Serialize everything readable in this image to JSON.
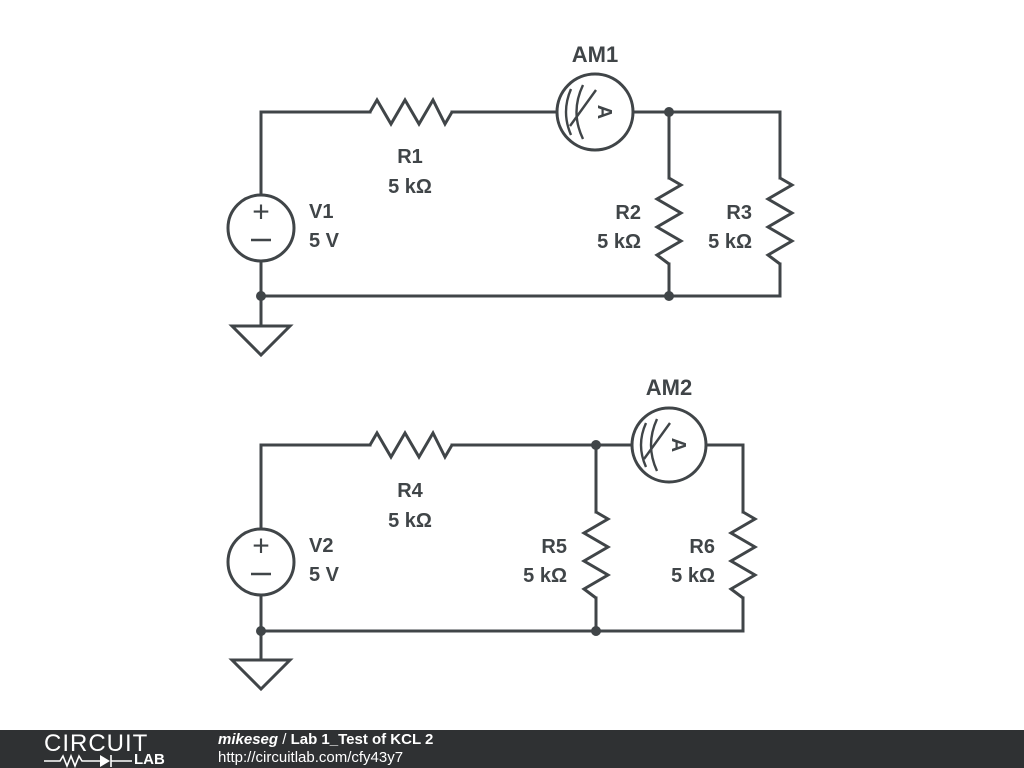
{
  "circuit_1": {
    "source": {
      "name": "V1",
      "value": "5 V"
    },
    "r_series": {
      "name": "R1",
      "value": "5 kΩ"
    },
    "ammeter": {
      "name": "AM1",
      "glyph": "A"
    },
    "r_left": {
      "name": "R2",
      "value": "5 kΩ"
    },
    "r_right": {
      "name": "R3",
      "value": "5 kΩ"
    }
  },
  "circuit_2": {
    "source": {
      "name": "V2",
      "value": "5 V"
    },
    "r_series": {
      "name": "R4",
      "value": "5 kΩ"
    },
    "ammeter": {
      "name": "AM2",
      "glyph": "A"
    },
    "r_left": {
      "name": "R5",
      "value": "5 kΩ"
    },
    "r_right": {
      "name": "R6",
      "value": "5 kΩ"
    }
  },
  "symbols": {
    "plus": "+",
    "minus": "−"
  },
  "footer": {
    "logo_word": "CIRCUIT",
    "logo_sub": "LAB",
    "user": "mikeseg",
    "separator": "/",
    "title": "Lab 1_Test of KCL 2",
    "url": "http://circuitlab.com/cfy43y7"
  },
  "colors": {
    "ink": "#404548",
    "footer_bg": "#2f3133",
    "footer_text": "#ffffff"
  }
}
